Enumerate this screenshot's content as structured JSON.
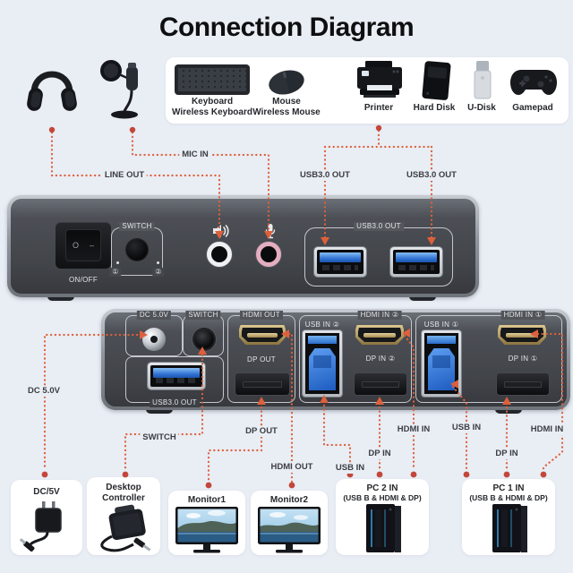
{
  "title": "Connection Diagram",
  "colors": {
    "bg": "#e9edf4",
    "line": "#dd603c",
    "dot": "#c2473a",
    "label": "#3b3e43"
  },
  "top_row": {
    "items": [
      {
        "icon": "keyboard",
        "line1": "Keyboard",
        "line2": "Wireless Keyboard"
      },
      {
        "icon": "mouse",
        "line1": "Mouse",
        "line2": "Wireless Mouse"
      },
      {
        "icon": "printer",
        "line1": "Printer"
      },
      {
        "icon": "hard-disk",
        "line1": "Hard Disk"
      },
      {
        "icon": "u-disk",
        "line1": "U-Disk"
      },
      {
        "icon": "gamepad",
        "line1": "Gamepad"
      }
    ]
  },
  "wire_labels": {
    "mic_in": "MIC IN",
    "line_out": "LINE OUT",
    "usb3_out_a": "USB3.0 OUT",
    "usb3_out_b": "USB3.0 OUT",
    "dc_5v": "DC 5.0V",
    "switch": "SWITCH",
    "dp_out": "DP OUT",
    "hdmi_out": "HDMI OUT",
    "usb_in_2": "USB IN",
    "dp_in_2": "DP IN",
    "hdmi_in_2": "HDMI IN",
    "usb_in_1": "USB IN",
    "dp_in_1": "DP IN",
    "hdmi_in_1": "HDMI IN"
  },
  "front_panel": {
    "power_label": "ON/OFF",
    "rocker_off": "O",
    "rocker_on": "–",
    "switch_label": "SWITCH",
    "sel_1": "①",
    "sel_2": "②",
    "usb_label": "USB3.0 OUT"
  },
  "rear_panel": {
    "dc": "DC 5.0V",
    "switch": "SWITCH",
    "hdmi_out": "HDMI OUT",
    "dp_out": "DP OUT",
    "usb3_out": "USB3.0 OUT",
    "usb_in_2": "USB IN ②",
    "hdmi_in_2": "HDMI IN ②",
    "dp_in_2": "DP IN ②",
    "usb_in_1": "USB IN ①",
    "hdmi_in_1": "HDMI IN ①",
    "dp_in_1": "DP IN ①"
  },
  "bottom_row": {
    "items": [
      {
        "icon": "power-adapter",
        "line1": "DC/5V"
      },
      {
        "icon": "desktop-controller",
        "line1": "Desktop",
        "line2": "Controller"
      },
      {
        "icon": "monitor",
        "line1": "Monitor1"
      },
      {
        "icon": "monitor",
        "line1": "Monitor2"
      },
      {
        "icon": "pc-tower",
        "line1": "PC 2 IN",
        "line2": "(USB B & HDMI & DP)"
      },
      {
        "icon": "pc-tower",
        "line1": "PC 1 IN",
        "line2": "(USB B & HDMI & DP)"
      }
    ]
  }
}
